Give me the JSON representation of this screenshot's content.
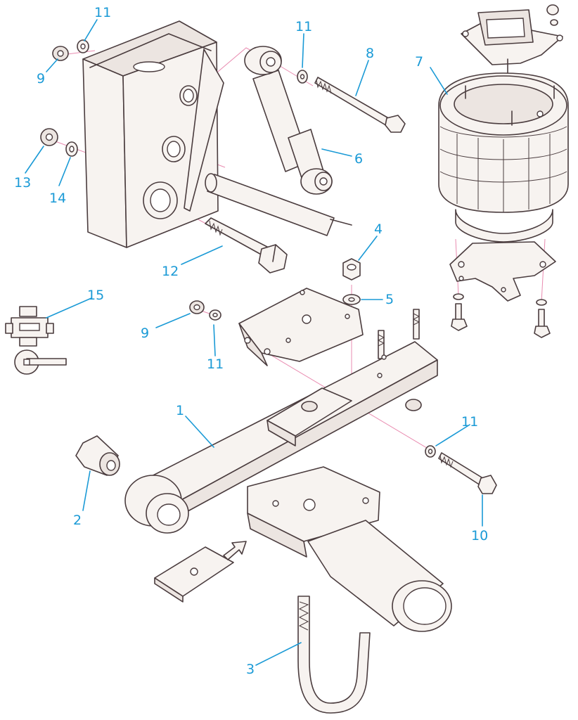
{
  "diagram": {
    "accent_color": "#1a9ad6",
    "axis_color": "#e98bb0",
    "line_color": "#4a3c3e",
    "callouts": [
      {
        "id": "c1",
        "text": "1"
      },
      {
        "id": "c2",
        "text": "2"
      },
      {
        "id": "c3",
        "text": "3"
      },
      {
        "id": "c4",
        "text": "4"
      },
      {
        "id": "c5",
        "text": "5"
      },
      {
        "id": "c6",
        "text": "6"
      },
      {
        "id": "c7",
        "text": "7"
      },
      {
        "id": "c8",
        "text": "8"
      },
      {
        "id": "c9a",
        "text": "9"
      },
      {
        "id": "c9b",
        "text": "9"
      },
      {
        "id": "c10",
        "text": "10"
      },
      {
        "id": "c11a",
        "text": "11"
      },
      {
        "id": "c11b",
        "text": "11"
      },
      {
        "id": "c11c",
        "text": "11"
      },
      {
        "id": "c11d",
        "text": "11"
      },
      {
        "id": "c12",
        "text": "12"
      },
      {
        "id": "c13",
        "text": "13"
      },
      {
        "id": "c14",
        "text": "14"
      },
      {
        "id": "c15",
        "text": "15"
      }
    ]
  }
}
